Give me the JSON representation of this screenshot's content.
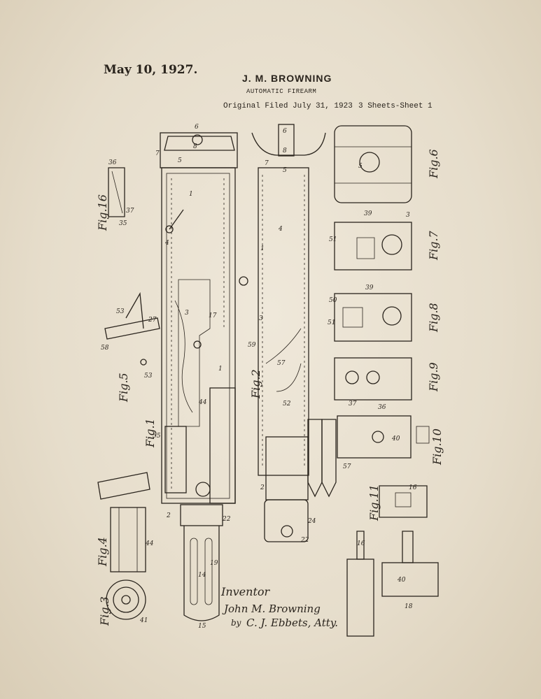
{
  "header": {
    "date": "May 10, 1927.",
    "inventor": "J. M. BROWNING",
    "title": "AUTOMATIC FIREARM",
    "filed": "Original Filed July 31, 1923",
    "sheets": "3 Sheets-Sheet 1"
  },
  "figures": {
    "fig1": "Fig.1",
    "fig2": "Fig.2",
    "fig3": "Fig.3",
    "fig4": "Fig.4",
    "fig5": "Fig.5",
    "fig6": "Fig.6",
    "fig7": "Fig.7",
    "fig8": "Fig.8",
    "fig9": "Fig.9",
    "fig10": "Fig.10",
    "fig11": "Fig.11",
    "fig16": "Fig.16"
  },
  "signature": {
    "label": "Inventor",
    "name": "John M. Browning",
    "by": "by",
    "attorney": "C. J. Ebbets, Atty."
  },
  "ref_numerals": {
    "n6": "6",
    "n8": "8",
    "n5": "5",
    "n7": "7",
    "n4": "4",
    "n3": "3",
    "n1": "1",
    "n2": "2",
    "n14": "14",
    "n15": "15",
    "n16": "16",
    "n17": "17",
    "n18": "18",
    "n19": "19",
    "n22": "22",
    "n24": "24",
    "n27": "27",
    "n35": "35",
    "n36": "36",
    "n37": "37",
    "n39": "39",
    "n40": "40",
    "n41": "41",
    "n44": "44",
    "n50": "50",
    "n51": "51",
    "n52": "52",
    "n53": "53",
    "n55": "55",
    "n57": "57",
    "n58": "58",
    "n59": "59"
  }
}
